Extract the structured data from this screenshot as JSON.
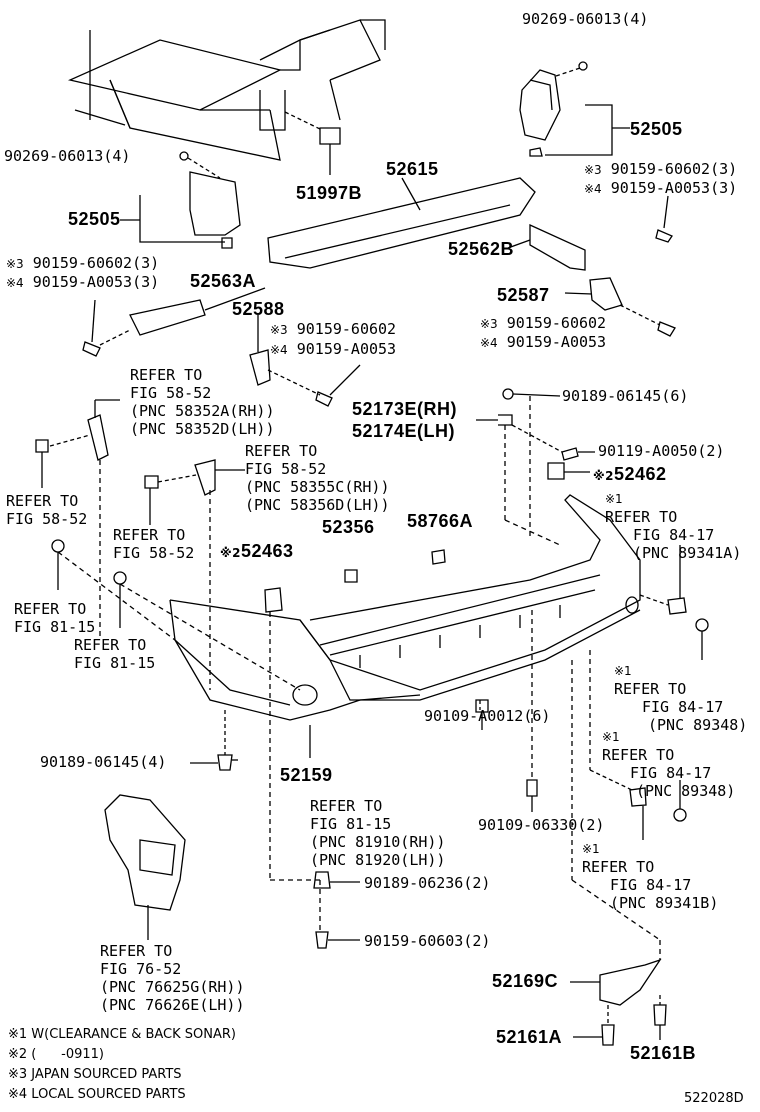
{
  "parts": {
    "p90269_top": "90269-06013(4)",
    "p52505_r": "52505",
    "p90269_left": "90269-06013(4)",
    "p51997b": "51997B",
    "p52615": "52615",
    "p90159_60602_3_r": "90159-60602(3)",
    "p90159_a0053_3_r": "90159-A0053(3)",
    "p52505_l": "52505",
    "p52562b": "52562B",
    "p90159_60602_3_l": "90159-60602(3)",
    "p90159_a0053_3_l": "90159-A0053(3)",
    "p52563a": "52563A",
    "p52587": "52587",
    "p52588": "52588",
    "p90159_60602_c": "90159-60602",
    "p90159_a0053_c": "90159-A0053",
    "p90159_60602_r2": "90159-60602",
    "p90159_a0053_r2": "90159-A0053",
    "p90189_06145_6": "90189-06145(6)",
    "p52173e": "52173E(RH)",
    "p52174e": "52174E(LH)",
    "p90119_a0050": "90119-A0050(2)",
    "p52462": "52462",
    "p52356": "52356",
    "p58766a": "58766A",
    "p52463": "52463",
    "p90189_06145_4": "90189-06145(4)",
    "p52159": "52159",
    "p90109_a0012": "90109-A0012(6)",
    "p90109_06330": "90109-06330(2)",
    "p90189_06236": "90189-06236(2)",
    "p90159_60603": "90159-60603(2)",
    "p52169c": "52169C",
    "p52161a": "52161A",
    "p52161b": "52161B"
  },
  "marks": {
    "m1": "※1",
    "m2": "※2",
    "m3": "※3",
    "m4": "※4"
  },
  "refs": {
    "r58_52_a": [
      "REFER TO",
      "FIG 58-52",
      "(PNC 58352A(RH))",
      "(PNC 58352D(LH))"
    ],
    "r58_52_b": [
      "REFER TO",
      "FIG 58-52",
      "(PNC 58355C(RH))",
      "(PNC 58356D(LH))"
    ],
    "r58_52_c": [
      "REFER TO",
      "FIG 58-52"
    ],
    "r58_52_d": [
      "REFER TO",
      "FIG 58-52"
    ],
    "r81_15_a": [
      "REFER TO",
      "FIG 81-15"
    ],
    "r81_15_b": [
      "REFER TO",
      "FIG 81-15"
    ],
    "r84_17_a": [
      "REFER TO",
      "FIG 84-17",
      "(PNC 89341A)"
    ],
    "r84_17_b": [
      "REFER TO",
      "FIG 84-17",
      "(PNC 89348)"
    ],
    "r84_17_c": [
      "REFER TO",
      "FIG 84-17",
      "(PNC 89348)"
    ],
    "r84_17_d": [
      "REFER TO",
      "FIG 84-17",
      "(PNC 89341B)"
    ],
    "r81_15_c": [
      "REFER TO",
      "FIG 81-15",
      "(PNC 81910(RH))",
      "(PNC 81920(LH))"
    ],
    "r76_52": [
      "REFER TO",
      "FIG 76-52",
      "(PNC 76625G(RH))",
      "(PNC 76626E(LH))"
    ]
  },
  "legend": [
    "※1 W(CLEARANCE & BACK SONAR)",
    "※2 (      -0911)",
    "※3 JAPAN SOURCED PARTS",
    "※4 LOCAL SOURCED PARTS"
  ],
  "diagram_id": "522028D"
}
